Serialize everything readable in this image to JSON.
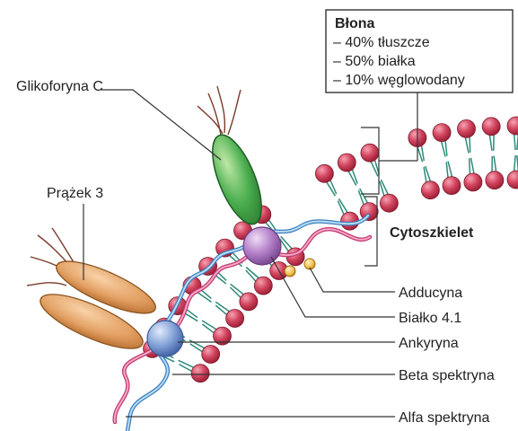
{
  "infobox": {
    "title": "Błona",
    "lines": [
      "– 40% tłuszcze",
      "– 50% białka",
      "– 10% węglowodany"
    ]
  },
  "labels": {
    "glikoforyna": "Glikoforyna C",
    "prazek": "Prążek 3",
    "cytoszkielet": "Cytoszkielet",
    "adducyna": "Adducyna",
    "bialko41": "Białko 4.1",
    "ankyryna": "Ankyryna",
    "beta": "Beta spektryna",
    "alfa": "Alfa spektryna"
  },
  "colors": {
    "lipid_head": "#c8384f",
    "lipid_tail": "#2e8b7a",
    "glycophorin": "#4caf50",
    "band3": "#e3a063",
    "protein41": "#b07cc6",
    "ankyrin": "#7f9fd6",
    "adducin": "#f2c14e",
    "alpha_spectrin": "#9cc8e8",
    "beta_spectrin": "#e87aa4"
  }
}
